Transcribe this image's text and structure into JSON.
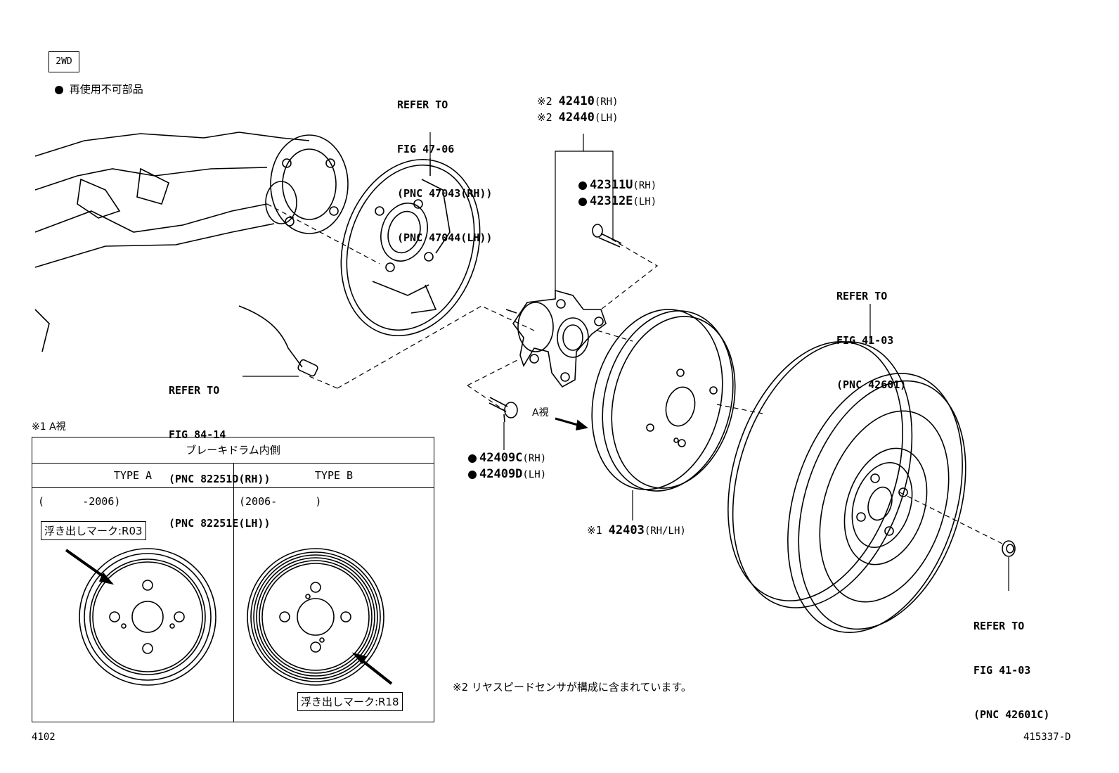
{
  "header": {
    "tag_2wd": "2WD",
    "legend_text": "再使用不可部品"
  },
  "refs": {
    "backing_plate": [
      "REFER TO",
      "FIG 47-06",
      "(PNC 47043(RH))",
      "(PNC 47044(LH))"
    ],
    "sensor": [
      "REFER TO",
      "FIG 84-14",
      "(PNC 82251D(RH))",
      "(PNC 82251E(LH))"
    ],
    "wheel": [
      "REFER TO",
      "FIG 41-03",
      "(PNC 42601)"
    ],
    "nut": [
      "REFER TO",
      "FIG 41-03",
      "(PNC 42601C)"
    ]
  },
  "parts": {
    "hub_rh": {
      "prefix": "※2",
      "num": "42410",
      "side": "(RH)"
    },
    "hub_lh": {
      "prefix": "※2",
      "num": "42440",
      "side": "(LH)"
    },
    "bolt_rh": {
      "num": "42311U",
      "side": "(RH)"
    },
    "bolt_lh": {
      "num": "42312E",
      "side": "(LH)"
    },
    "screw_rh": {
      "num": "42409C",
      "side": "(RH)"
    },
    "screw_lh": {
      "num": "42409D",
      "side": "(LH)"
    },
    "drum": {
      "prefix": "※1",
      "num": "42403",
      "side": "(RH/LH)"
    }
  },
  "view_a_label": "A視",
  "inset": {
    "caption": "※1 A視",
    "title": "ブレーキドラム内側",
    "type_a": "TYPE A",
    "type_b": "TYPE B",
    "period_a": "(      -2006)",
    "period_b": "(2006-      )",
    "mark_a": "浮き出しマーク:R03",
    "mark_b": "浮き出しマーク:R18"
  },
  "footnote": "※2 リヤスピードセンサが構成に含まれています。",
  "footer": {
    "left": "4102",
    "right": "415337-D"
  }
}
